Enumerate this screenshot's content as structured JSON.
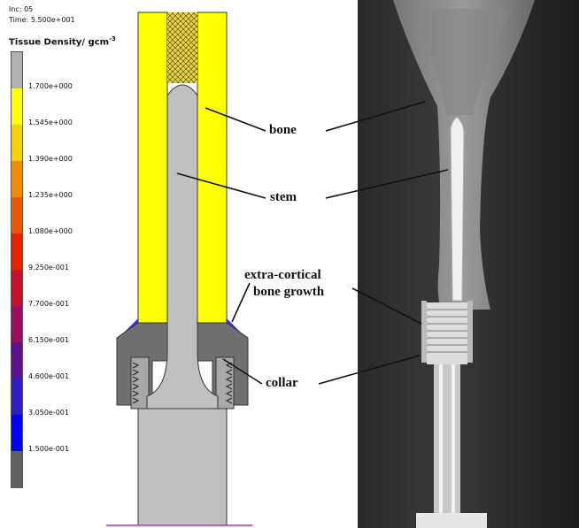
{
  "legend": {
    "line1": "Inc: 05",
    "line2": "Time: 5.500e+001",
    "title": "Tissue Density/ gcm",
    "title_sup": "-3",
    "ticks": [
      "1.700e+000",
      "1.545e+000",
      "1.390e+000",
      "1.235e+000",
      "1.080e+000",
      "9.250e-001",
      "7.700e-001",
      "6.150e-001",
      "4.600e-001",
      "3.050e-001",
      "1.500e-001"
    ],
    "colors": [
      "#b0b0b0",
      "#ffff00",
      "#f5d000",
      "#f08c00",
      "#ec5a00",
      "#e62000",
      "#c8102a",
      "#9a1060",
      "#5a1090",
      "#2a20c0",
      "#0000ff",
      "#606060"
    ]
  },
  "labels": {
    "bone": "bone",
    "stem": "stem",
    "growth_line1": "extra-cortical",
    "growth_line2": "bone growth",
    "collar": "collar"
  }
}
